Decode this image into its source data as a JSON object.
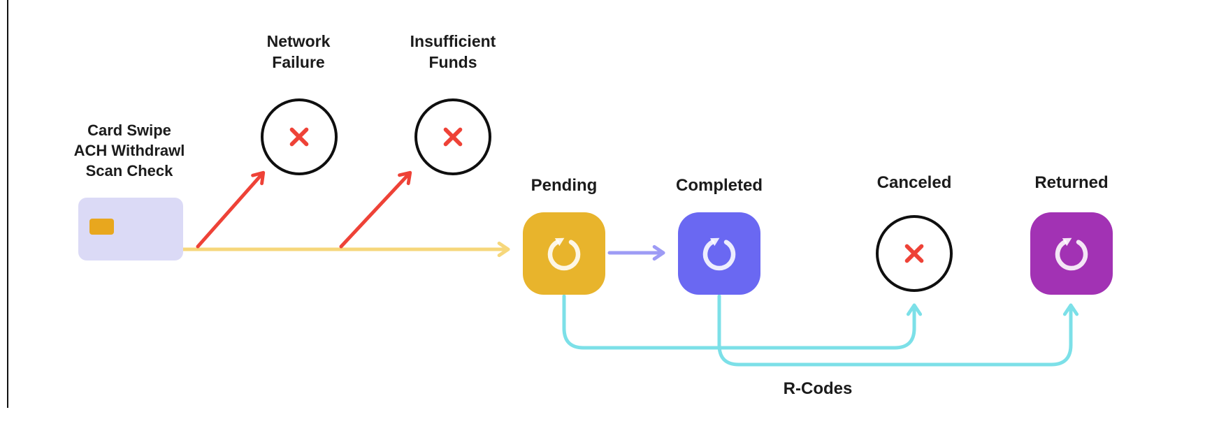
{
  "diagram": {
    "source": {
      "label_lines": [
        "Card Swipe",
        "ACH Withdrawl",
        "Scan Check"
      ]
    },
    "errors": [
      {
        "label_lines": [
          "Network",
          "Failure"
        ]
      },
      {
        "label_lines": [
          "Insufficient",
          "Funds"
        ]
      }
    ],
    "states": [
      {
        "label": "Pending"
      },
      {
        "label": "Completed"
      },
      {
        "label": "Canceled"
      },
      {
        "label": "Returned"
      }
    ],
    "rcodes_label": "R-Codes",
    "colors": {
      "pending": "#E8B42C",
      "completed": "#6A68F2",
      "returned": "#A232B4",
      "error_red": "#EE4237",
      "flow_yellow": "#F6D77B",
      "flow_purple": "#9D9BF5",
      "rcode_cyan": "#7CE0E8",
      "card_fill": "#DBDAF6",
      "chip_gold": "#E8A71E",
      "outline_black": "#111111",
      "text": "#1B1B1B",
      "icon_white": "rgba(255,255,255,0.88)"
    }
  }
}
